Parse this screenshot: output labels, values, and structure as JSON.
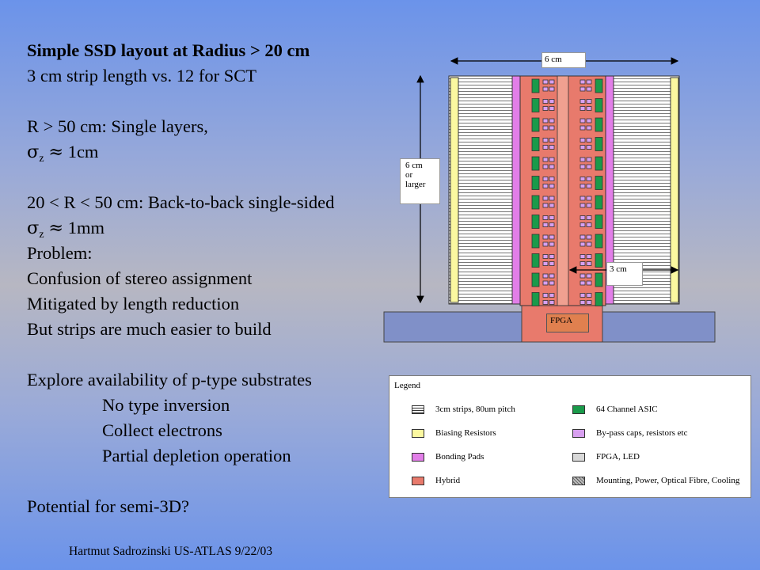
{
  "text": {
    "title": "Simple SSD layout at Radius  > 20 cm",
    "line_strip_length": "3 cm strip length vs. 12 for SCT",
    "r50_label": "R > 50 cm: Single layers,",
    "sigma_symbol": "σ",
    "sigma_sub": "z",
    "approx_symbol": "≈",
    "r50_sigma_value": "1cm",
    "r20_label": "20 < R < 50 cm: Back-to-back single-sided",
    "r20_sigma_value": "1mm",
    "problem_label": "Problem:",
    "problem_confusion": "Confusion of stereo assignment",
    "problem_mitigated": "Mitigated by length reduction",
    "problem_easier": "But strips are much easier to build",
    "explore": "Explore availability of p-type substrates",
    "explore_items": [
      "No type inversion",
      "Collect electrons",
      "Partial depletion operation"
    ],
    "potential": "Potential for semi-3D?"
  },
  "footer": "Hartmut Sadrozinski US-ATLAS 9/22/03",
  "diagram": {
    "width_label": "6 cm",
    "height_label_lines": [
      "6 cm",
      "or",
      "larger"
    ],
    "strip_label": "3 cm",
    "fpga_label": "FPGA"
  },
  "legend": {
    "title": "Legend",
    "items": [
      {
        "icon": "strips-swatch",
        "label": "3cm strips, 80um pitch"
      },
      {
        "icon": "asic-swatch",
        "label": "64 Channel ASIC"
      },
      {
        "icon": "biasing-swatch",
        "label": "Biasing Resistors"
      },
      {
        "icon": "bypass-swatch",
        "label": "By-pass caps, resistors etc"
      },
      {
        "icon": "bonding-swatch",
        "label": "Bonding Pads"
      },
      {
        "icon": "fpga-swatch",
        "label": "FPGA, LED"
      },
      {
        "icon": "hybrid-swatch",
        "label": "Hybrid"
      },
      {
        "icon": "mounting-swatch",
        "label": "Mounting, Power, Optical Fibre, Cooling"
      }
    ]
  },
  "colors": {
    "strips": "#ffffff",
    "biasing": "#fbf8a0",
    "bonding": "#e27ee8",
    "hybrid": "#e87a6c",
    "asic": "#1a9a4a",
    "bypass": "#d8a0f0",
    "mounting": "#8090c8"
  }
}
